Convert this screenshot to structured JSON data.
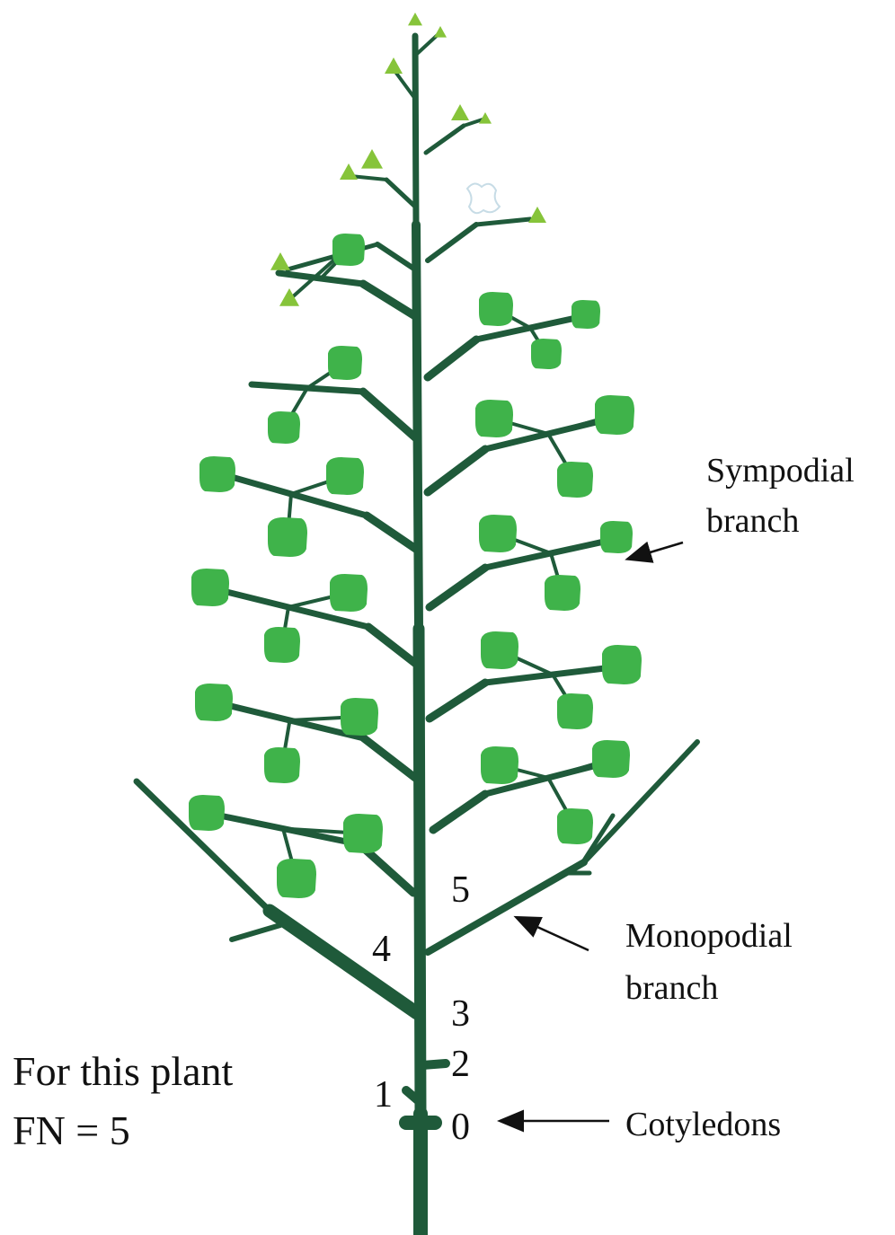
{
  "colors": {
    "stem": "#1f5a3a",
    "bud": "#3fb34a",
    "flower_tip": "#86c43a",
    "text": "#111111",
    "background": "#ffffff"
  },
  "nodes": [
    "0",
    "1",
    "2",
    "3",
    "4",
    "5"
  ],
  "callouts": {
    "sympodial": [
      "Sympodial",
      "branch"
    ],
    "monopodial": [
      "Monopodial",
      "branch"
    ],
    "cotyledons": "Cotyledons"
  },
  "note": [
    "For this plant",
    "FN = 5"
  ]
}
